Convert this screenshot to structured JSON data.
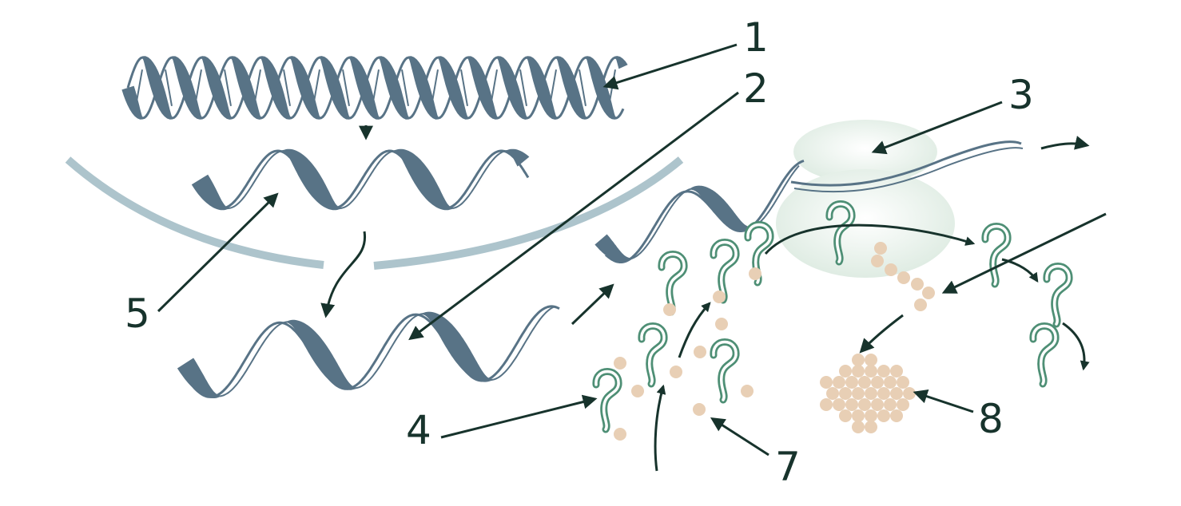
{
  "labels": [
    {
      "id": "1",
      "text": "1"
    },
    {
      "id": "2",
      "text": "2"
    },
    {
      "id": "3",
      "text": "3"
    },
    {
      "id": "4",
      "text": "4"
    },
    {
      "id": "5",
      "text": "5"
    },
    {
      "id": "7",
      "text": "7"
    },
    {
      "id": "8",
      "text": "8"
    }
  ],
  "colors": {
    "strand": "#587386",
    "membrane": "#adc4cc",
    "ribosome": "#e3eee6",
    "trna": "#4e8f75",
    "amino_acid": "#e8cfb5",
    "arrow": "#17332c"
  },
  "icons": [
    "dna-double-helix",
    "mrna-strand",
    "ribosome",
    "trna",
    "amino-acid",
    "polypeptide-chain",
    "nuclear-membrane"
  ]
}
